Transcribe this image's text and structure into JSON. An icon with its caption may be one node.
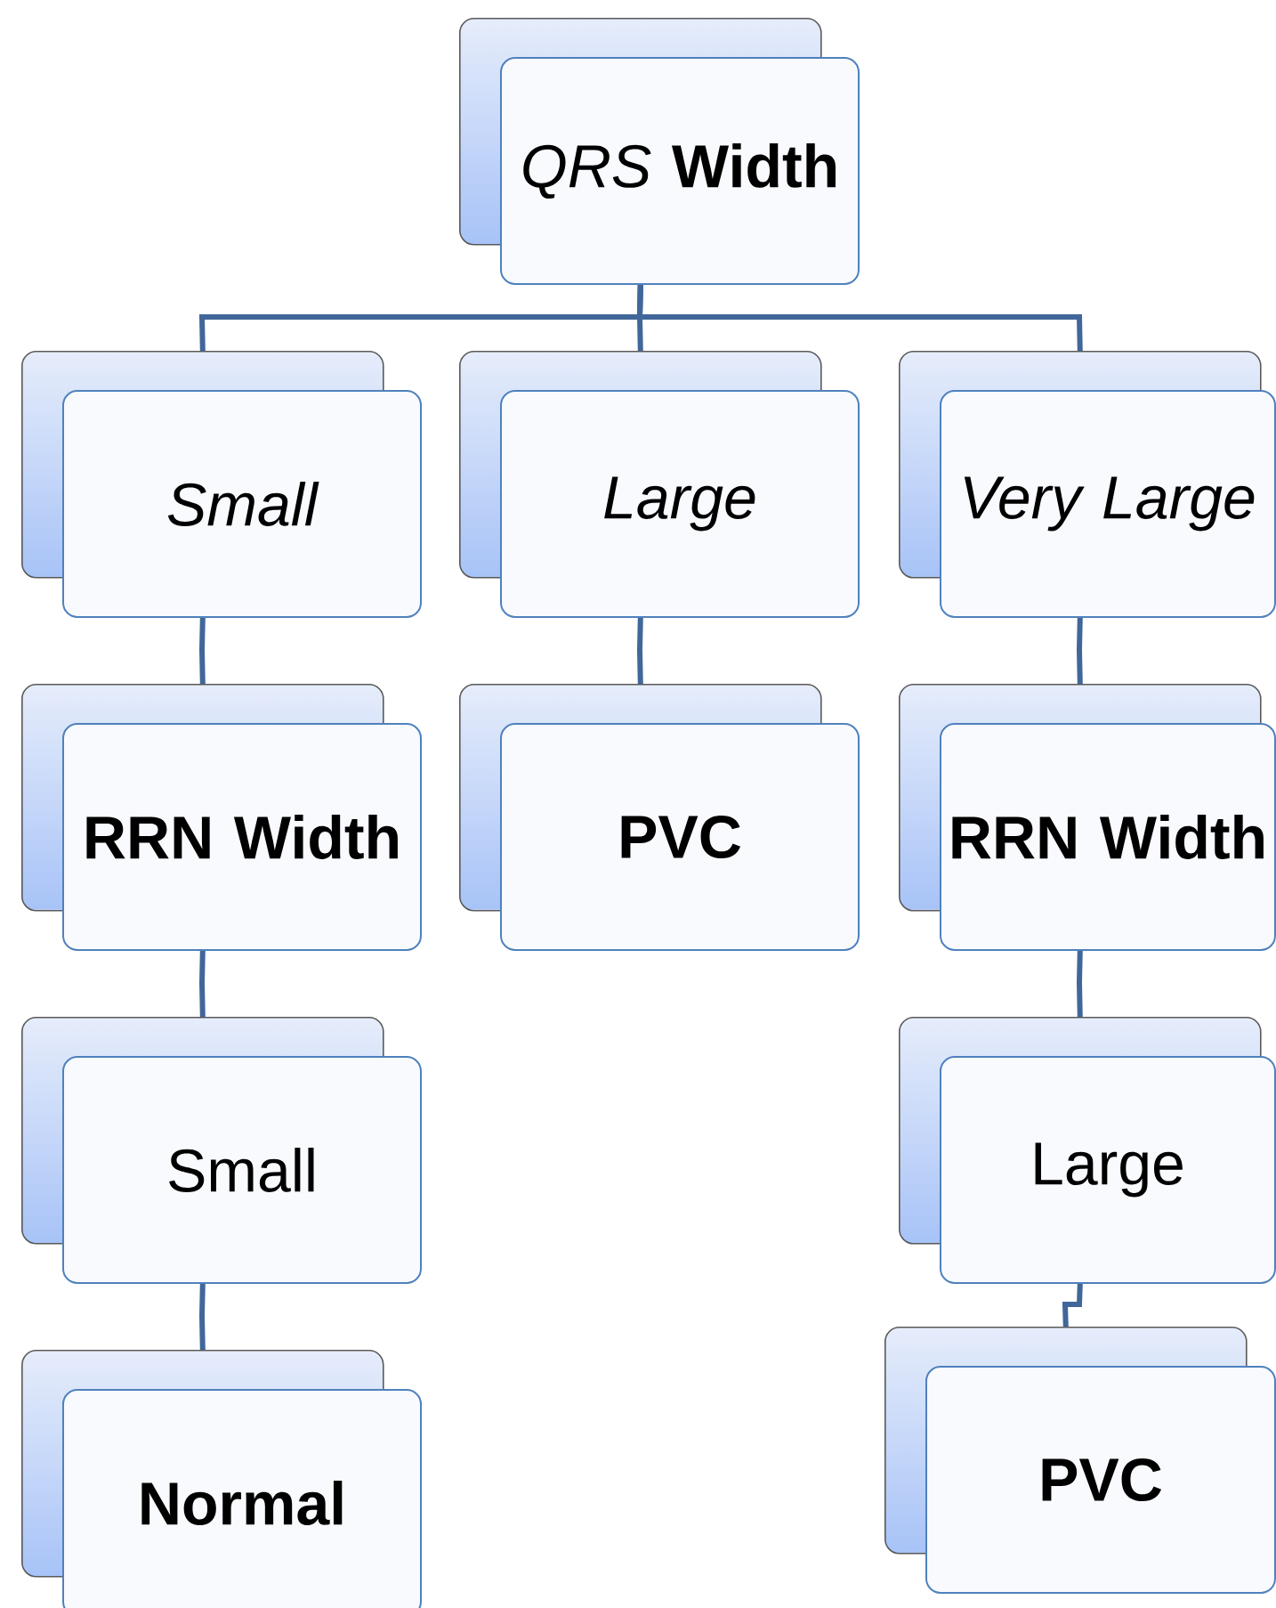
{
  "diagram": {
    "nodes": [
      {
        "text": [
          "*QRS* **Width**"
        ]
      },
      {
        "text": [
          "Small"
        ]
      },
      {
        "text": [
          "Large"
        ]
      },
      {
        "text": [
          "Very Large"
        ]
      },
      {
        "text": [
          "RRN Width"
        ]
      },
      {
        "text": [
          "PVC"
        ]
      },
      {
        "text": [
          "RRN Width"
        ]
      },
      {
        "text": [
          "Small"
        ]
      },
      {
        "text": [
          "Large"
        ]
      },
      {
        "text": [
          "Normal"
        ]
      },
      {
        "text": [
          "PVC"
        ]
      }
    ],
    "edges": [
      {
        "from": 0,
        "to": 1,
        "arrow": "none"
      },
      {
        "from": 0,
        "to": 2,
        "arrow": "none"
      },
      {
        "from": 0,
        "to": 3,
        "arrow": "none"
      },
      {
        "from": 1,
        "to": 4,
        "arrow": "none"
      },
      {
        "from": 2,
        "to": 5,
        "arrow": "none"
      },
      {
        "from": 3,
        "to": 6,
        "arrow": "none"
      },
      {
        "from": 4,
        "to": 7,
        "arrow": "none"
      },
      {
        "from": 6,
        "to": 8,
        "arrow": "none"
      },
      {
        "from": 7,
        "to": 9,
        "arrow": "none"
      },
      {
        "from": 8,
        "to": 10,
        "arrow": "none"
      }
    ]
  }
}
